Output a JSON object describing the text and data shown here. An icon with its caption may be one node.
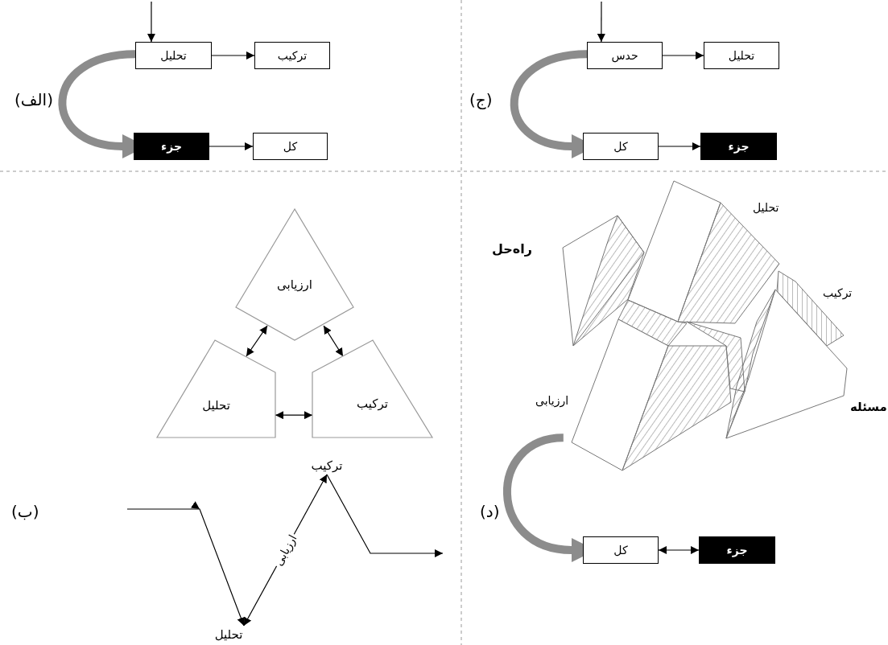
{
  "diagram": {
    "nodes": [
      {
        "text": [
          "تحلیل"
        ]
      },
      {
        "text": [
          "ترکیب"
        ]
      },
      {
        "text": [
          "جزء"
        ]
      },
      {
        "text": [
          "کل"
        ]
      },
      {
        "text": [
          "حدس"
        ]
      },
      {
        "text": [
          "تحلیل"
        ]
      },
      {
        "text": [
          "کل"
        ]
      },
      {
        "text": [
          "جزء"
        ]
      },
      {
        "text": [
          "ارزیابی"
        ]
      },
      {
        "text": [
          "تحلیل"
        ]
      },
      {
        "text": [
          "ترکیب"
        ]
      },
      {
        "text": [
          "ترکیب"
        ]
      },
      {
        "text": [
          "تحلیل"
        ]
      },
      {
        "text": [],
        "shape": "picture"
      },
      {
        "text": [
          "کل"
        ]
      },
      {
        "text": [
          "جزء"
        ]
      }
    ],
    "edges": [
      {
        "from": null,
        "to": 0,
        "arrow": "to"
      },
      {
        "from": 0,
        "to": 1,
        "arrow": "to"
      },
      {
        "from": 2,
        "to": 3,
        "arrow": "to"
      },
      {
        "from": 0,
        "to": 2,
        "arrow": "to",
        "style": "thick",
        "color": "#8c8c8c"
      },
      {
        "from": null,
        "to": 4,
        "arrow": "to"
      },
      {
        "from": 4,
        "to": 5,
        "arrow": "to"
      },
      {
        "from": 6,
        "to": 7,
        "arrow": "to"
      },
      {
        "from": 4,
        "to": 6,
        "arrow": "to",
        "style": "thick",
        "color": "#8c8c8c"
      },
      {
        "from": 8,
        "to": 9,
        "arrow": "both"
      },
      {
        "from": 8,
        "to": 10,
        "arrow": "both"
      },
      {
        "from": 9,
        "to": 10,
        "arrow": "both"
      },
      {
        "from": null,
        "to": 12,
        "arrow": "to"
      },
      {
        "from": 12,
        "to": 11,
        "arrow": "both",
        "label": "ارزیابی"
      },
      {
        "from": 11,
        "to": null,
        "arrow": "to"
      },
      {
        "from": 13,
        "to": 14,
        "arrow": "to",
        "style": "thick",
        "color": "#8c8c8c"
      },
      {
        "from": 14,
        "to": 15,
        "arrow": "both"
      }
    ],
    "labels": [
      "(الف)",
      "(ج)",
      "راه‌حل",
      "تحلیل",
      "ترکیب",
      "ارزیابی",
      "مسئله",
      "(ب)",
      "(د)"
    ]
  }
}
